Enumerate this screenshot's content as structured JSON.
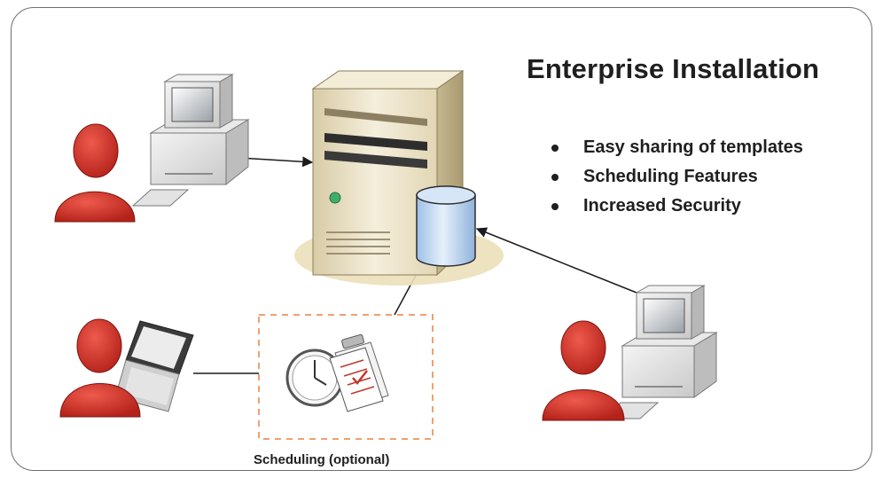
{
  "diagram": {
    "title": "Enterprise Installation",
    "features": [
      "Easy sharing of templates",
      "Scheduling Features",
      "Increased Security"
    ],
    "scheduling_label": "Scheduling (optional)",
    "colors": {
      "user": "#d9352b",
      "server": "#e9dfc2",
      "database": "#b9d3ef",
      "scheduling_border": "#f0a070",
      "frame_border": "#6f6f6f"
    },
    "nodes": [
      {
        "id": "user-desktop-top-left",
        "icon": "user-icon"
      },
      {
        "id": "desktop-computer-top-left",
        "icon": "desktop-computer-icon"
      },
      {
        "id": "server",
        "icon": "server-tower-icon"
      },
      {
        "id": "database",
        "icon": "database-cylinder-icon"
      },
      {
        "id": "user-laptop",
        "icon": "user-icon"
      },
      {
        "id": "laptop",
        "icon": "laptop-icon"
      },
      {
        "id": "scheduling",
        "icon": "clock-icon"
      },
      {
        "id": "user-desktop-right",
        "icon": "user-icon"
      },
      {
        "id": "desktop-computer-right",
        "icon": "desktop-computer-icon"
      }
    ]
  }
}
